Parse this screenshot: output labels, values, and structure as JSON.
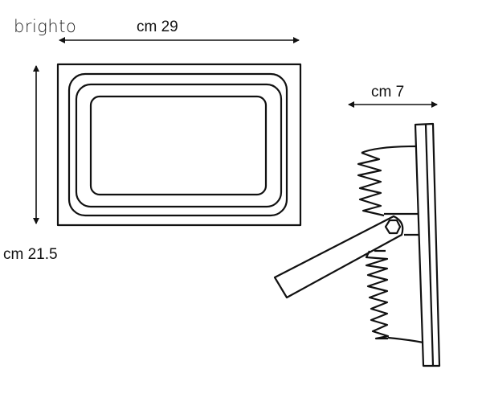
{
  "brand": {
    "logo_text": "brighto"
  },
  "dimensions": {
    "width_label": "cm 29",
    "height_label": "cm 21.5",
    "depth_label": "cm 7"
  },
  "colors": {
    "line": "#111111",
    "background": "#ffffff"
  }
}
